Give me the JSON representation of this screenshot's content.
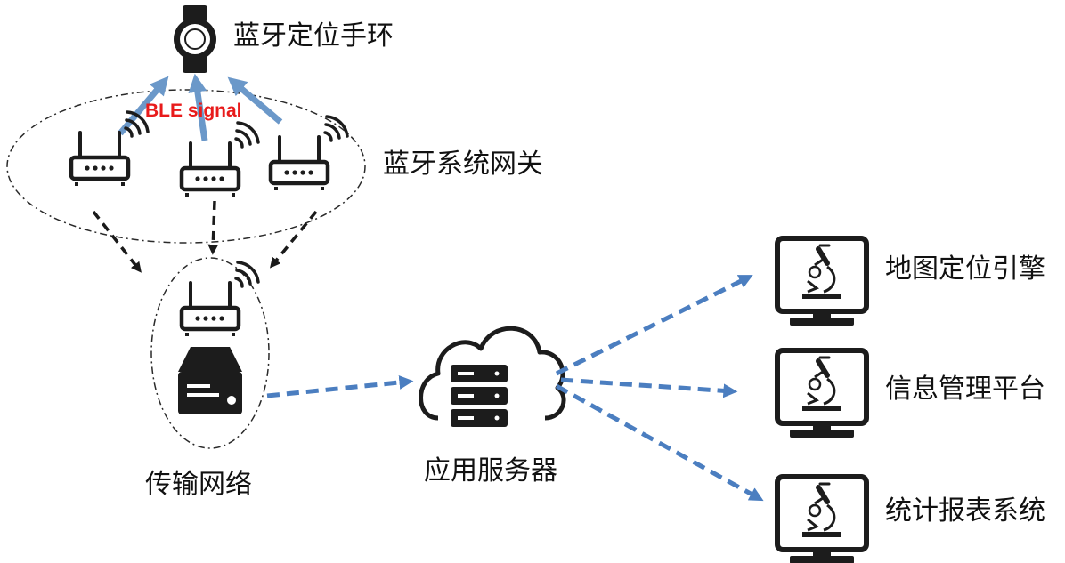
{
  "labels": {
    "bracelet": "蓝牙定位手环",
    "ble_signal": "BLE signal",
    "gateways": "蓝牙系统网关",
    "transport": "传输网络",
    "app_server": "应用服务器",
    "map_engine": "地图定位引擎",
    "info_platform": "信息管理平台",
    "report_system": "统计报表系统"
  },
  "icons": {
    "bracelet": "smartwatch-icon",
    "gateway": "wifi-router-icon",
    "storage": "storage-drive-icon",
    "server": "cloud-server-icon",
    "terminal": "monitor-microscope-icon"
  },
  "colors": {
    "signal_text": "#e81b1b",
    "signal_arrow": "#6b98c9",
    "data_arrow": "#4b7ec0",
    "dark_arrow": "#1a1a1a",
    "icon": "#1c1c1c"
  }
}
